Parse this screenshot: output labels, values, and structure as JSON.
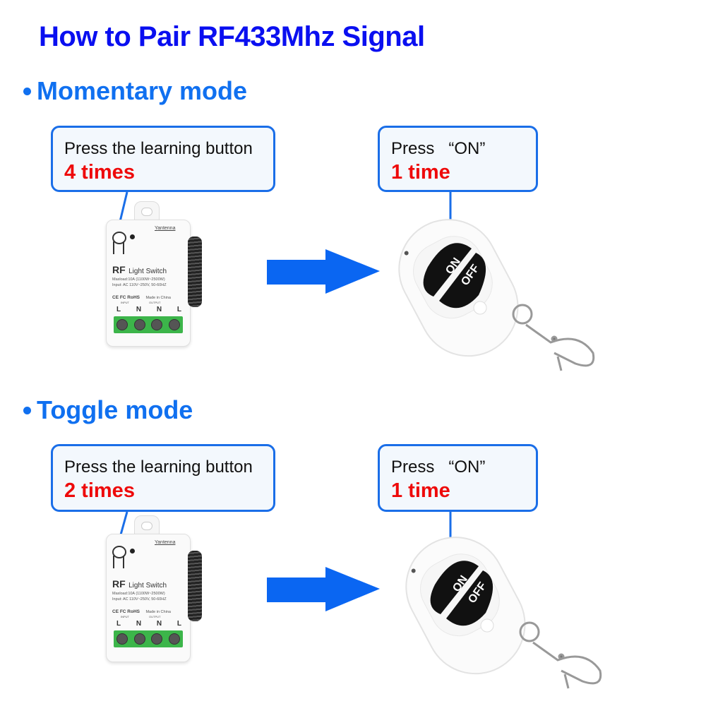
{
  "title": "How to Pair RF433Mhz Signal",
  "colors": {
    "title": "#0a0ff0",
    "section": "#1070f0",
    "callout_border": "#1a6ee8",
    "highlight": "#ee0a0a",
    "arrow": "#0a66f2",
    "terminal_green": "#3cb54a"
  },
  "sections": [
    {
      "heading": "Momentary mode",
      "step1": {
        "line1": "Press the learning button",
        "line2": "4 times"
      },
      "step2": {
        "line1": "Press   “ON”",
        "line2": "1 time"
      }
    },
    {
      "heading": "Toggle mode",
      "step1": {
        "line1": "Press the learning button",
        "line2": "2 times"
      },
      "step2": {
        "line1": "Press   “ON”",
        "line2": "1 time"
      }
    }
  ],
  "device": {
    "brand": "RF",
    "name": "Light Switch",
    "spec1": "Maxload:10A (1100W~2500W)",
    "spec2": "Input: AC 110V~250V, 50-60HZ",
    "certs": "CE FC RoHS",
    "origin": "Made in China",
    "antenna": "antenna",
    "input_label": "INPUT",
    "output_label": "OUTPUT",
    "terminals": [
      "L",
      "N",
      "N",
      "L"
    ]
  },
  "remote": {
    "on_label": "ON",
    "off_label": "OFF"
  }
}
